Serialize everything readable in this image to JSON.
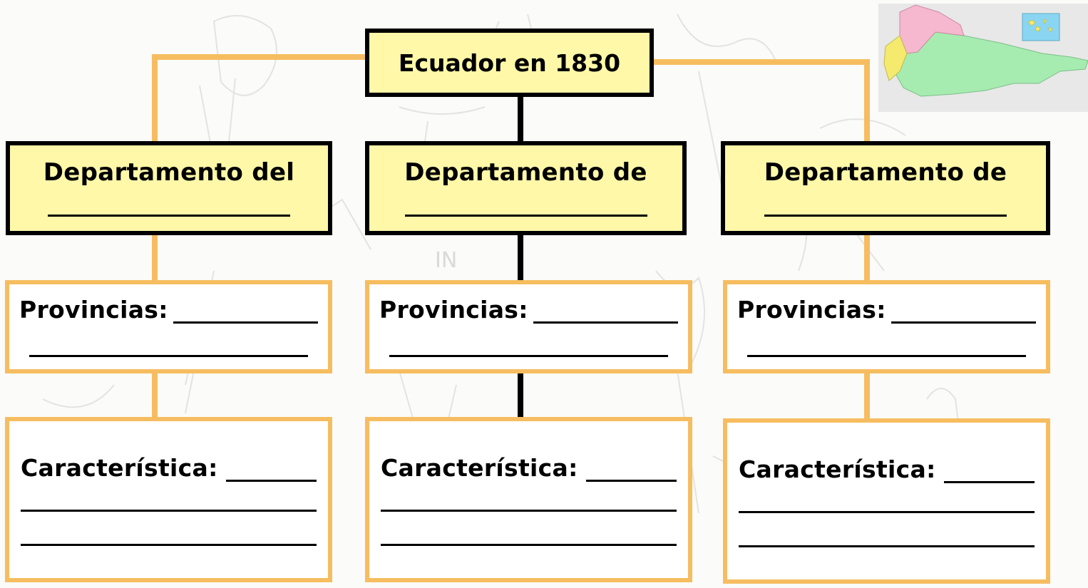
{
  "diagram": {
    "title": "Ecuador en 1830",
    "departments": [
      {
        "label": "Departamento del",
        "provinces_label": "Provincias:",
        "characteristic_label": "Característica:"
      },
      {
        "label": "Departamento de",
        "provinces_label": "Provincias:",
        "characteristic_label": "Característica:"
      },
      {
        "label": "Departamento de",
        "provinces_label": "Provincias:",
        "characteristic_label": "Característica:"
      }
    ]
  },
  "colors": {
    "header_fill": "#fff8a8",
    "header_border": "#000000",
    "answer_border": "#f6bd60",
    "connector_orange": "#f6bd60",
    "connector_black": "#000000"
  },
  "map": {
    "icon": "ecuador-departments-map",
    "region_colors": [
      "#f5b8cf",
      "#f5ea6e",
      "#a6ecb0",
      "#8ad6f2"
    ]
  }
}
